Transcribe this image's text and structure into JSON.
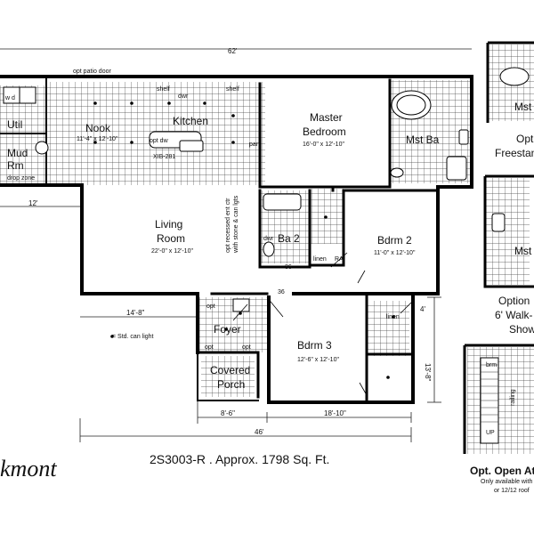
{
  "plan": {
    "name_fragment": "kmont",
    "plan_info": "2S3003-R .  Approx. 1798 Sq. Ft."
  },
  "dims": {
    "overall_top": "62'",
    "overall_bottom": "46'",
    "left_12": "12'",
    "d_14_8": "14'-8\"",
    "d_8_6": "8'-6\"",
    "d_18_10": "18'-10\"",
    "d_4": "4'",
    "d_13_8": "13'-8\""
  },
  "rooms": {
    "nook": {
      "name": "Nook",
      "size": "11'-4\" x 12'-10\""
    },
    "kitchen": {
      "name": "Kitchen"
    },
    "master": {
      "name1": "Master",
      "name2": "Bedroom",
      "size": "16'-0\" x 12'-10\""
    },
    "mst_ba": {
      "name": "Mst Ba"
    },
    "living": {
      "name1": "Living",
      "name2": "Room",
      "size": "22'-0\" x 12'-10\""
    },
    "ba2": {
      "name": "Ba 2"
    },
    "bdrm2": {
      "name": "Bdrm 2",
      "size": "11'-0\" x 12'-10\""
    },
    "bdrm3": {
      "name": "Bdrm 3",
      "size": "12'-6\" x 12'-10\""
    },
    "foyer": {
      "name": "Foyer"
    },
    "porch": {
      "name1": "Covered",
      "name2": "Porch"
    },
    "util": {
      "name": "Util"
    },
    "mud": {
      "name1": "Mud",
      "name2": "Rm"
    }
  },
  "notes": {
    "patio": "opt patio door",
    "shelf1": "shelf",
    "shelf2": "shelf",
    "dw": "dwr",
    "pan": "pan",
    "xib": "XIB-281",
    "opt_dw": "opt dw",
    "drop_zone": "drop zone",
    "recessed1": "opt recessed ent ctr",
    "recessed2": "with stone & can lgts",
    "linen1": "linen",
    "linen2": "linen",
    "ra": "RA",
    "n36a": "36",
    "n36b": "36",
    "legend": "= Std. can light",
    "opt1": "opt",
    "opt2": "opt",
    "opt3": "opt",
    "wd": "w   d",
    "dwr2": "dwr",
    "brm": "brm",
    "up": "UP",
    "railing": "railing"
  },
  "options": {
    "mst_a": "Mst",
    "opt_a_1": "Opt",
    "opt_a_2": "Freestand",
    "mst_b": "Mst",
    "opt_b_1": "Option",
    "opt_b_2": "6' Walk-",
    "opt_b_3": "Show",
    "attic_title": "Opt. Open At",
    "attic_note1": "Only available with",
    "attic_note2": "or 12/12 roof"
  }
}
